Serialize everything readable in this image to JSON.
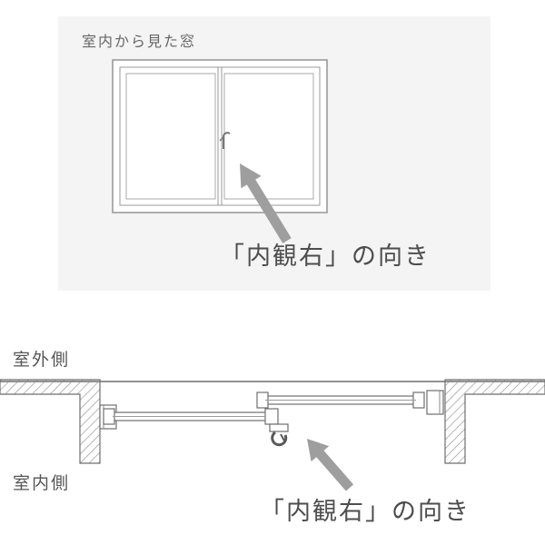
{
  "top_panel": {
    "title": "室内から見た窓",
    "caption": "「内観右」の向き"
  },
  "section_view": {
    "outdoor_label": "室外側",
    "indoor_label": "室内側",
    "caption": "「内観右」の向き"
  },
  "icons": {
    "arrow_top": "pointer-arrow",
    "arrow_bottom": "pointer-arrow",
    "lock": "crescent-lock"
  },
  "colors": {
    "panel_bg": "#f4f4f4",
    "line": "#6e6e6e",
    "frame_line": "#949494",
    "arrow": "#9e9e9e",
    "text": "#4a4a4a",
    "hatch": "#8a8a8a"
  }
}
